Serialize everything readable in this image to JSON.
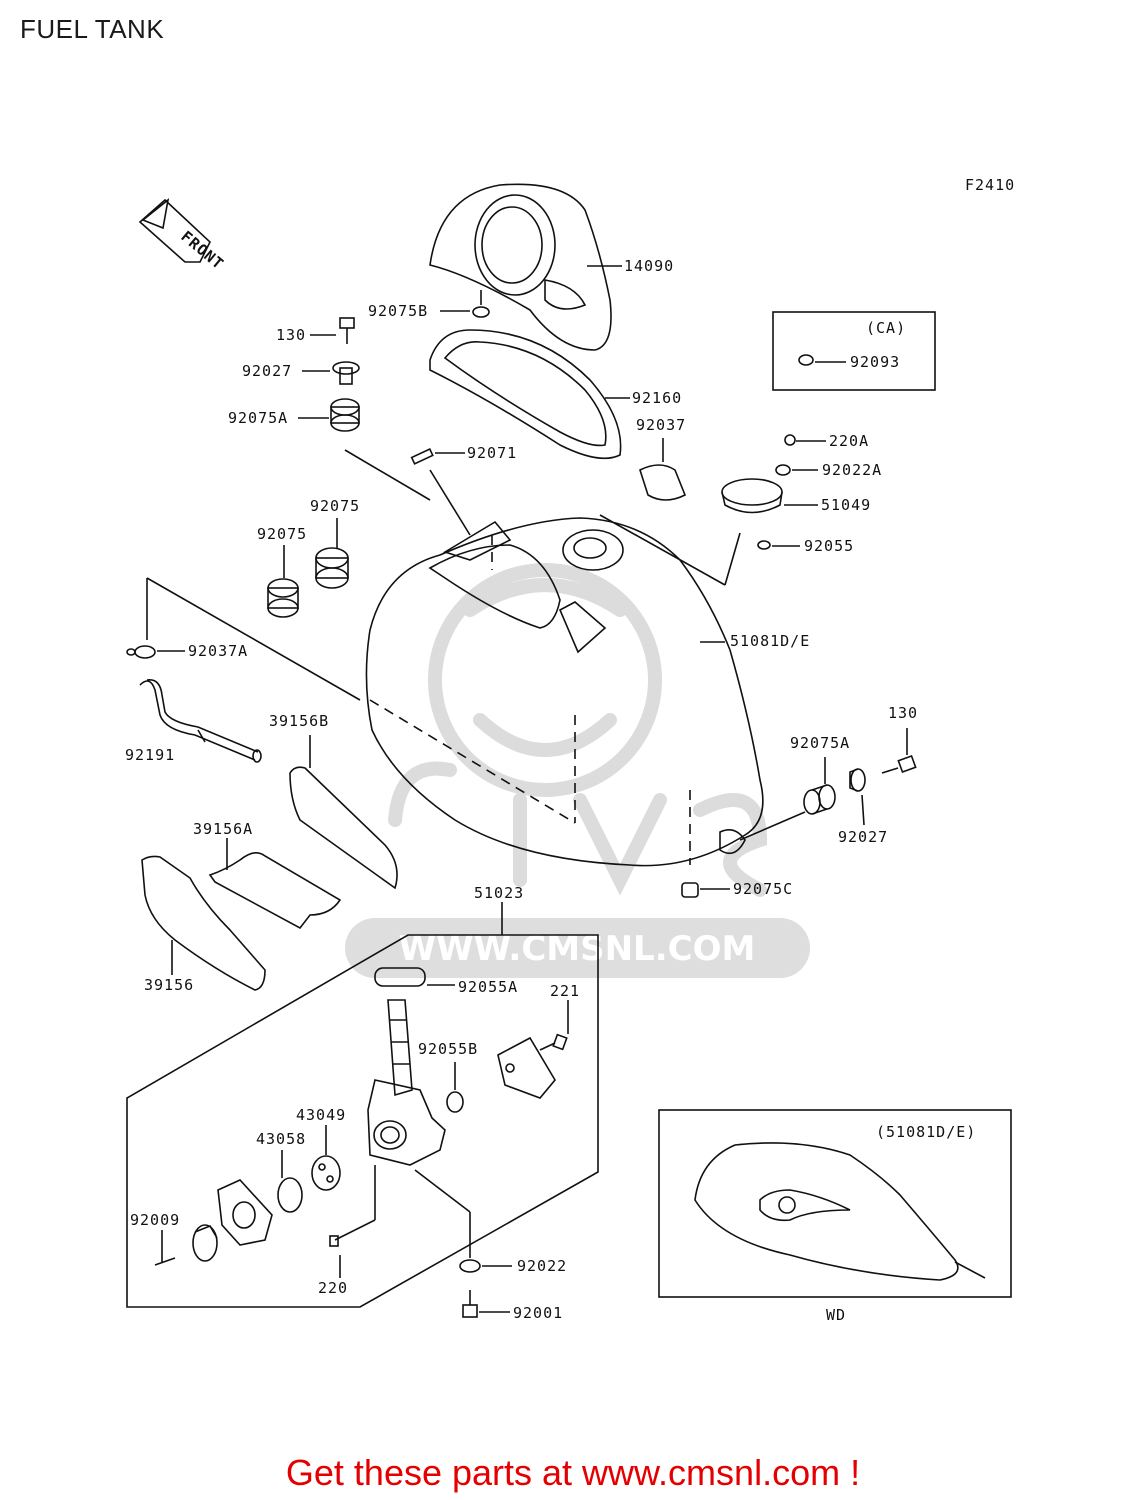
{
  "title": "FUEL TANK",
  "figure_code": "F2410",
  "front_label": "FRONT",
  "watermark": {
    "text": "WWW.CMSNL.COM",
    "logo": "CMS"
  },
  "inset_ca": {
    "title": "(CA)",
    "part": "92093"
  },
  "inset_variant": {
    "title": "(51081D/E)",
    "caption": "WD"
  },
  "parts": {
    "p14090": "14090",
    "p92075B": "92075B",
    "p130_top": "130",
    "p92027_top": "92027",
    "p92075A_top": "92075A",
    "p92160": "92160",
    "p92037": "92037",
    "p220A": "220A",
    "p92022A": "92022A",
    "p51049": "51049",
    "p92055": "92055",
    "p92071": "92071",
    "p92075_a": "92075",
    "p92075_b": "92075",
    "p92037A": "92037A",
    "p51081DE": "51081D/E",
    "p130_right": "130",
    "p92075A_right": "92075A",
    "p92027_right": "92027",
    "p39156B": "39156B",
    "p92191": "92191",
    "p39156A": "39156A",
    "p39156": "39156",
    "p92075C": "92075C",
    "p51023": "51023",
    "p92055A": "92055A",
    "p221": "221",
    "p92055B": "92055B",
    "p43049": "43049",
    "p43058": "43058",
    "p92009": "92009",
    "p220": "220",
    "p92022": "92022",
    "p92001": "92001"
  },
  "footer": {
    "text": "Get these parts at www.cmsnl.com !"
  },
  "colors": {
    "line": "#111111",
    "footer": "#e40000",
    "watermark": "#dddddd"
  }
}
